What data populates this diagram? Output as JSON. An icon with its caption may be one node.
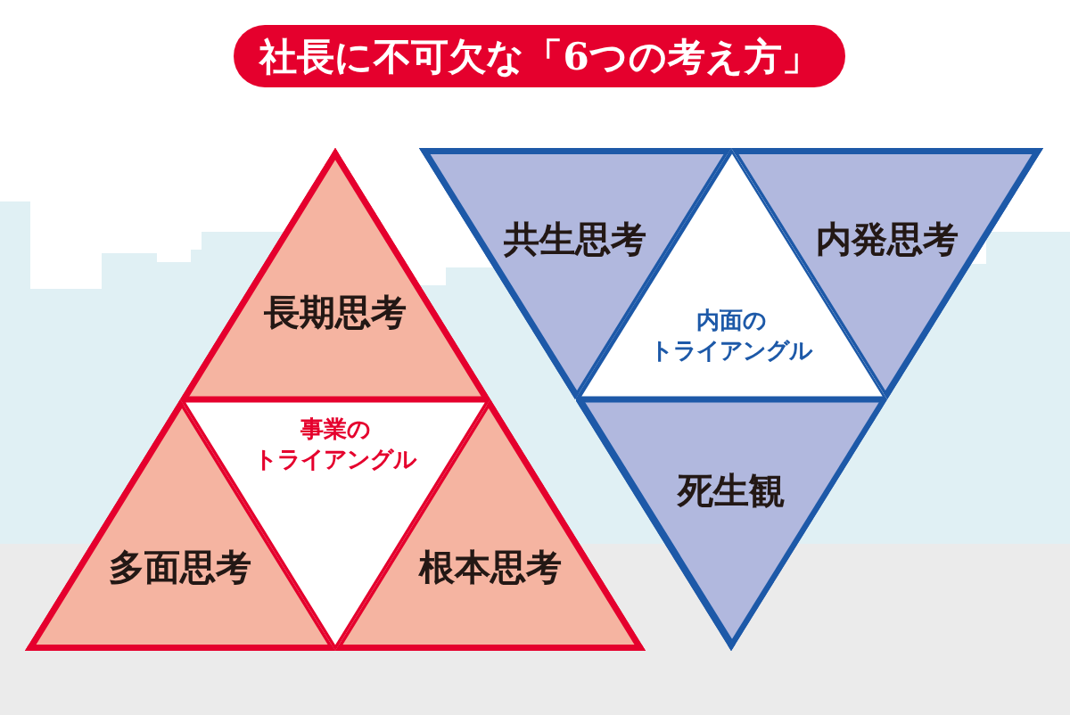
{
  "diagram": {
    "title": "社長に不可欠な「6つの考え方」",
    "nodes": [
      {
        "text": [
          "長期思考"
        ]
      },
      {
        "text": [
          "事業のトライアングル"
        ]
      },
      {
        "text": [
          "多面思考"
        ]
      },
      {
        "text": [
          "根本思考"
        ]
      },
      {
        "text": [
          "共生思考"
        ]
      },
      {
        "text": [
          "内発思考"
        ]
      },
      {
        "text": [
          "内面のトライアングル"
        ]
      },
      {
        "text": [
          "死生観"
        ]
      }
    ]
  }
}
